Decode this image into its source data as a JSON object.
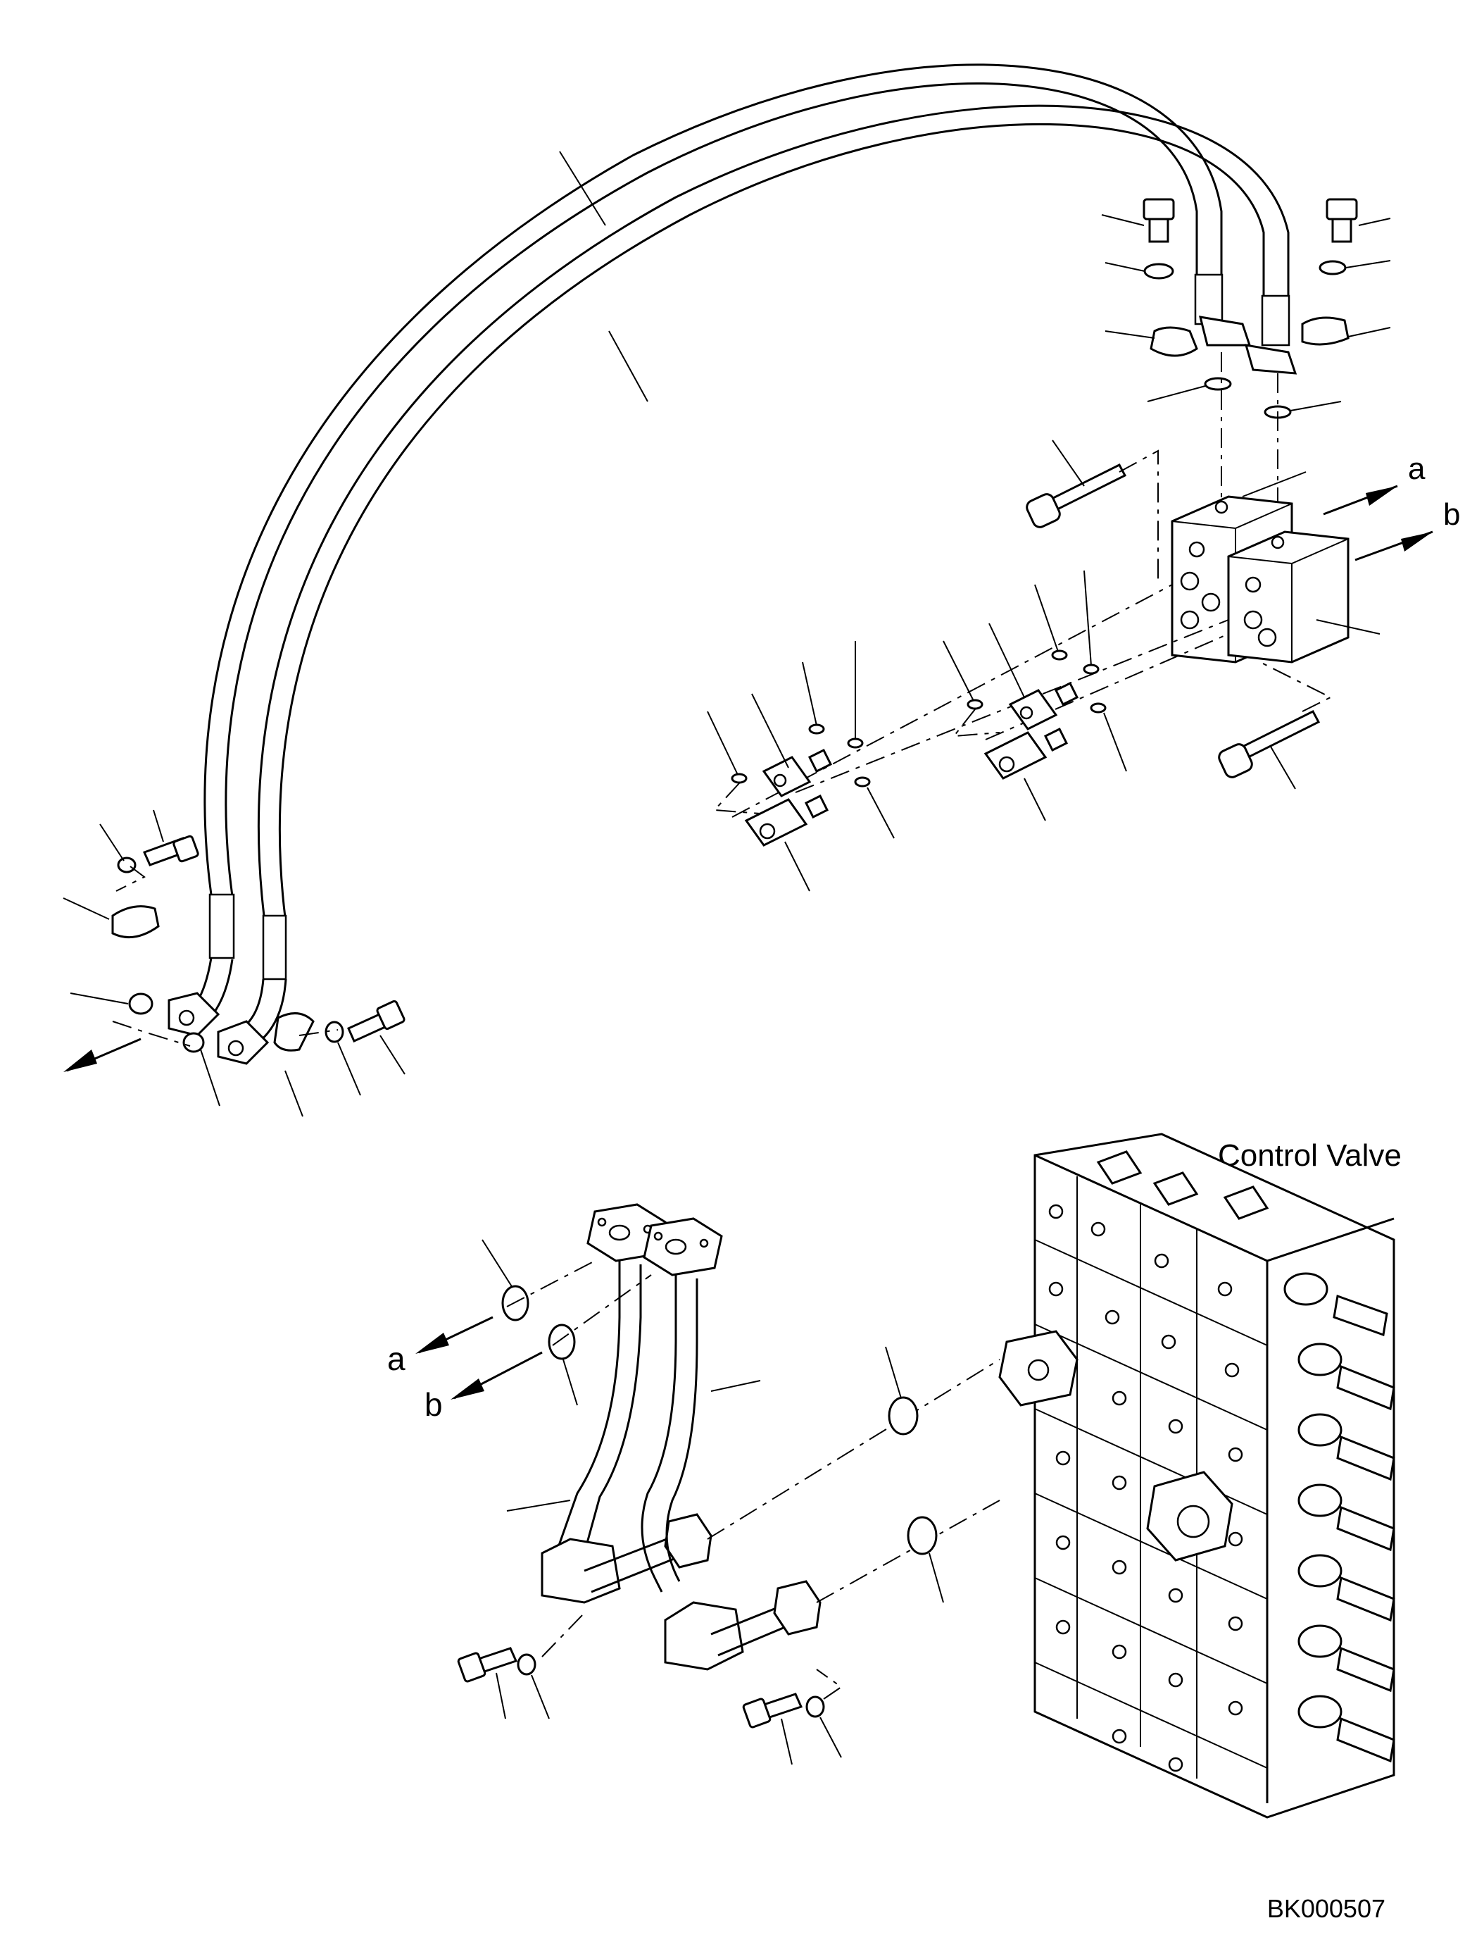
{
  "diagram": {
    "control_valve_label": "Control Valve",
    "drawing_code": "BK000507",
    "port_labels": {
      "a_upper": "a",
      "b_upper": "b",
      "a_lower": "a",
      "b_lower": "b"
    }
  }
}
